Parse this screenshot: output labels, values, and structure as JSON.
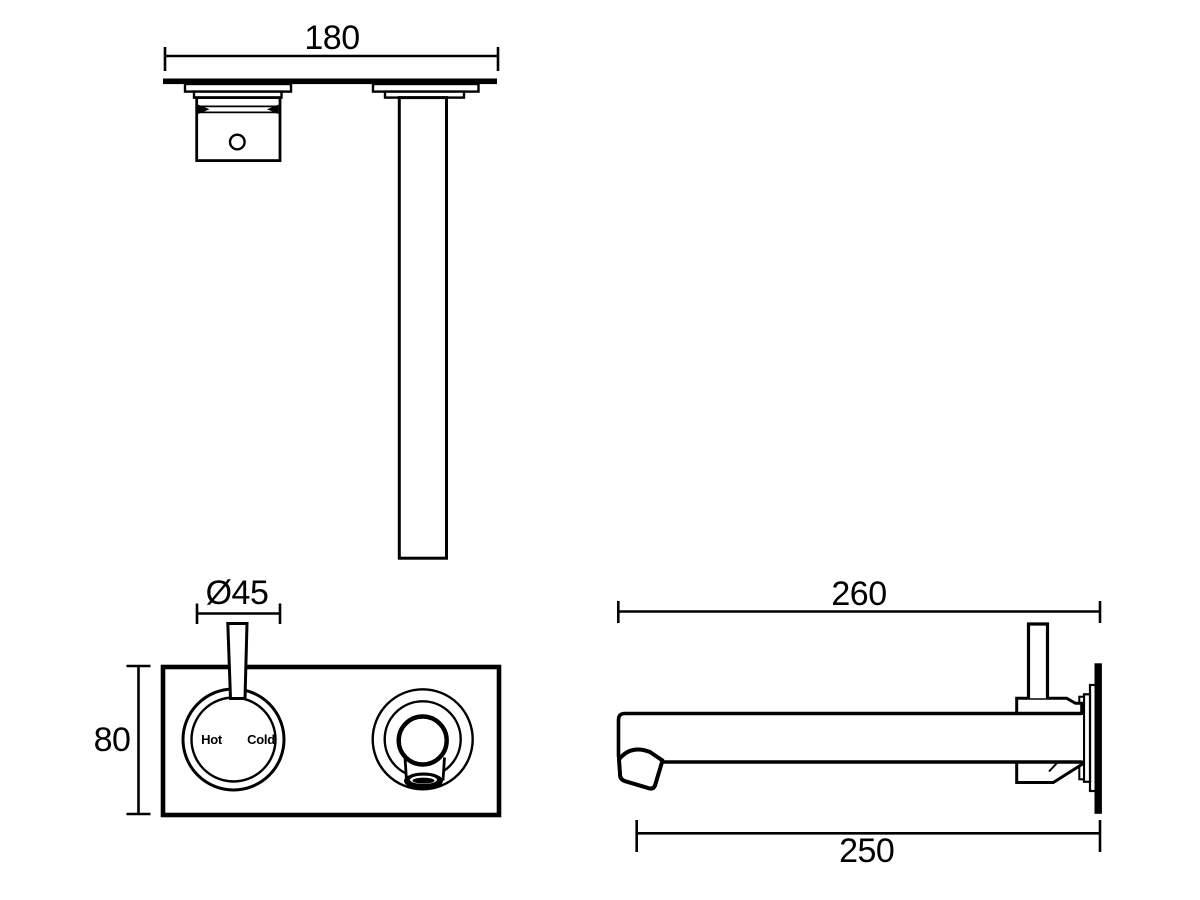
{
  "page": {
    "background": "#ffffff",
    "line_color": "#000000"
  },
  "views": {
    "plan": {
      "dim_width": "180"
    },
    "front": {
      "dim_handle_diameter": "Ø45",
      "dim_plate_height": "80",
      "hot_label": "Hot",
      "cold_label": "Cold"
    },
    "side": {
      "dim_overall_projection": "260",
      "dim_spout_projection": "250"
    }
  }
}
